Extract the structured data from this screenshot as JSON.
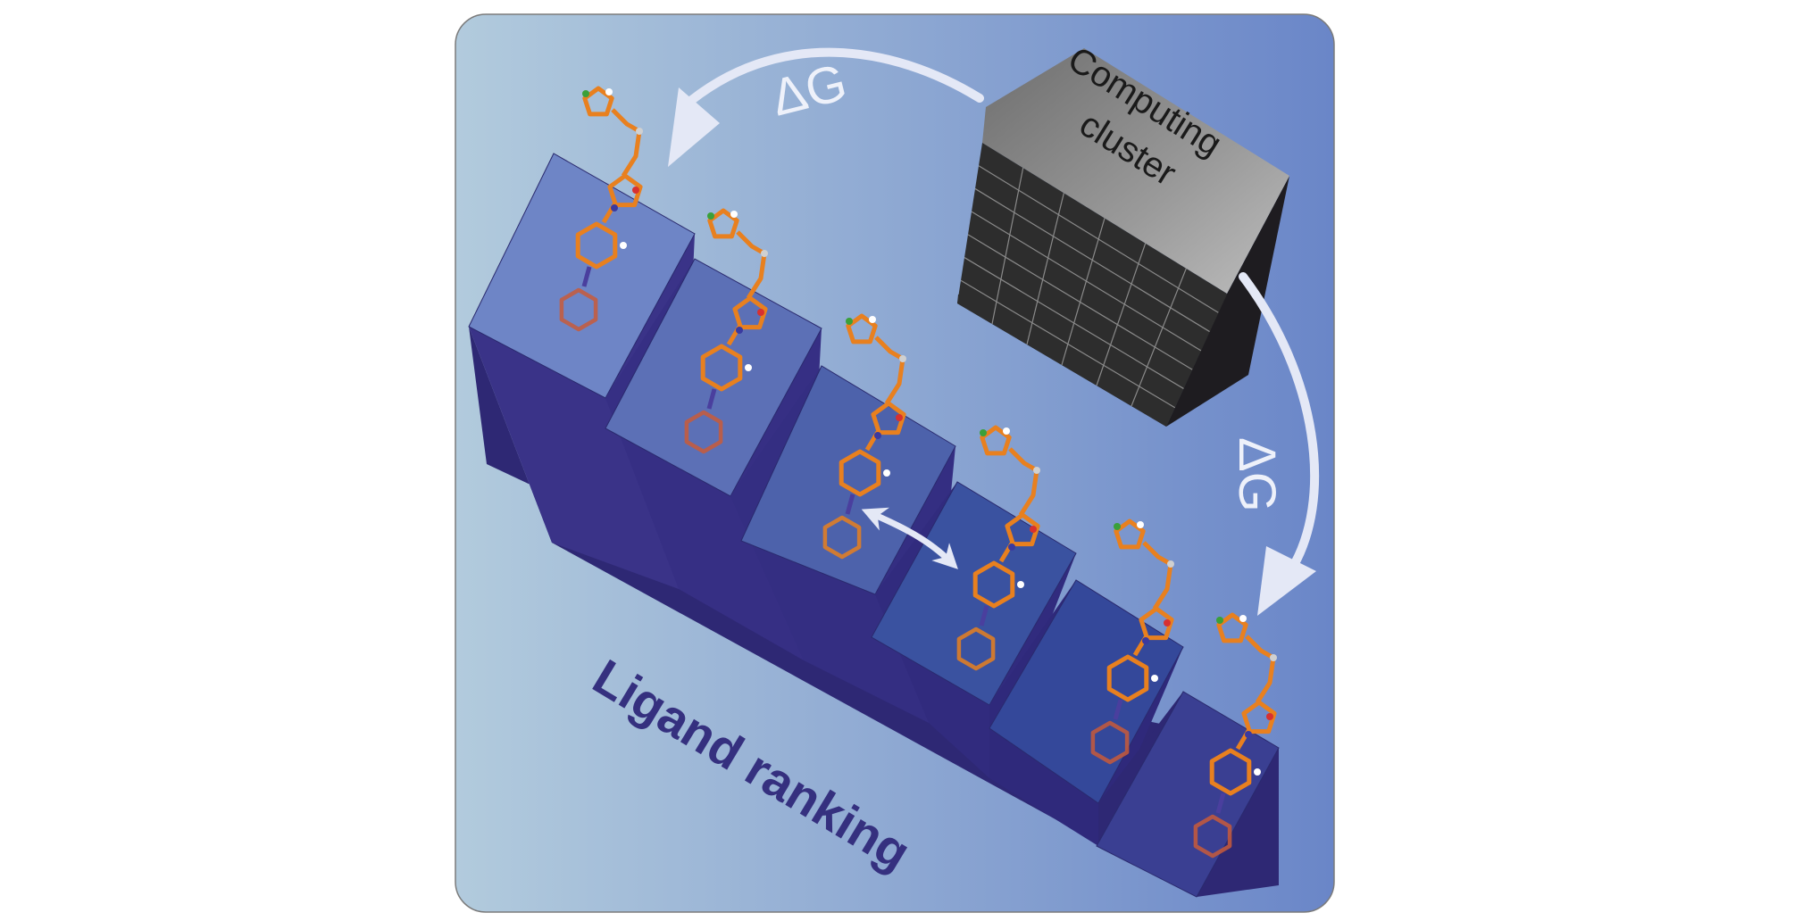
{
  "labels": {
    "cluster": [
      "Computing",
      "cluster"
    ],
    "delta_g_top": "ΔG",
    "delta_g_right": "ΔG",
    "ranking": "Ligand ranking"
  },
  "colors": {
    "panel_left": "#b2cbdd",
    "panel_right": "#6a86c8",
    "step_dark": "#352e82",
    "step_side": "#2e2874",
    "step_tops": [
      "#6e85c6",
      "#5c70b6",
      "#4d62ab",
      "#3a52a0",
      "#34489a",
      "#3a3f92"
    ],
    "cluster_dark": "#2a2a2a",
    "cluster_top": "#8c8c8c",
    "arrow": "#e4e8f6",
    "ranking_text": "#35307f",
    "molecule": "#e8801f"
  },
  "diagram": {
    "steps": 6,
    "molecule_count": 6
  }
}
